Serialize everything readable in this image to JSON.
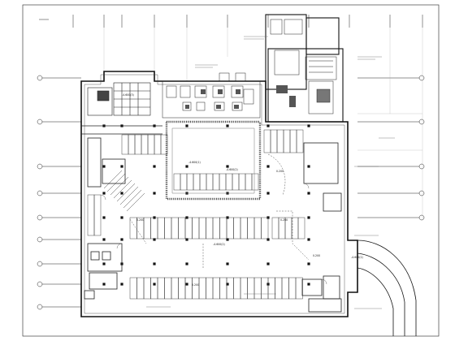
{
  "drawing": {
    "labels": {
      "top_parking": "-4.600(3)",
      "center_left": "-4.600(1)",
      "center_right": "-4.600(2)",
      "lower_mid": "-4.600(2)",
      "bottom_right": "-4.600(2)",
      "slope_a": "0.200",
      "slope_b": "0.200",
      "slope_c": "0.200",
      "slope_d": "0.200",
      "slope_e": "0.200"
    }
  }
}
